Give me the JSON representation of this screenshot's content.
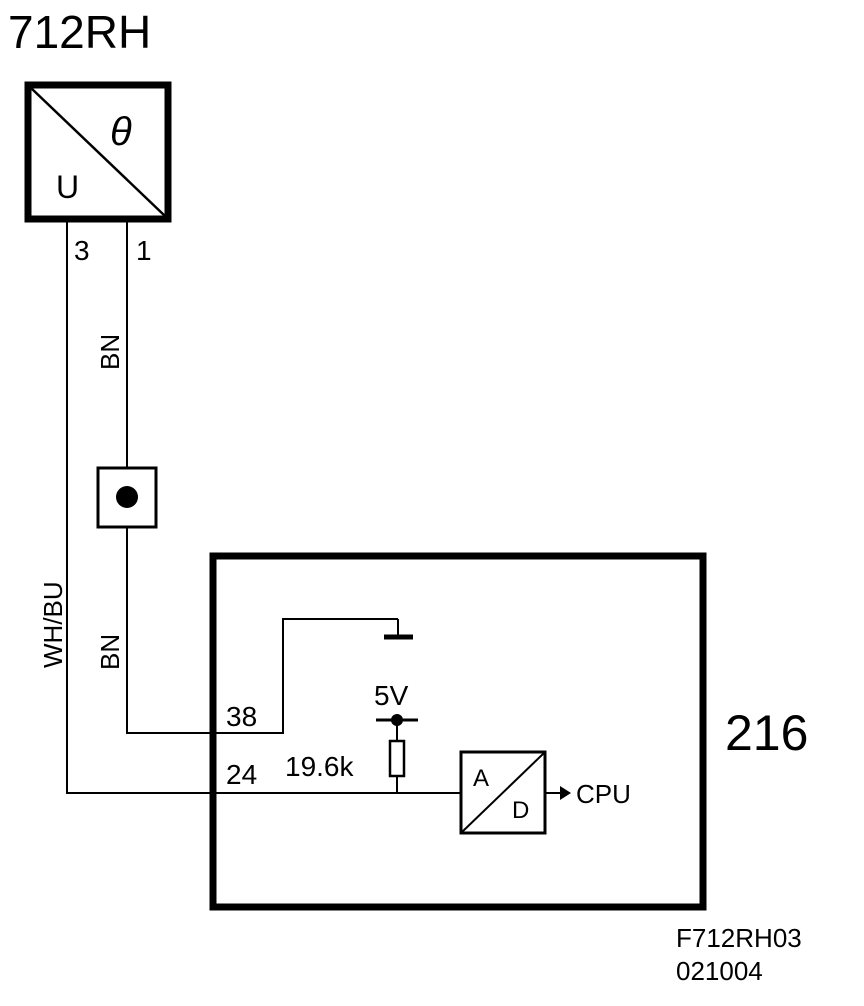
{
  "component": {
    "id": "712RH",
    "symbol_top": "θ",
    "symbol_bottom": "U",
    "pin_left": "3",
    "pin_right": "1"
  },
  "wires": {
    "left_color": "WH/BU",
    "right_color_upper": "BN",
    "right_color_lower": "BN"
  },
  "module": {
    "id": "216",
    "pin_upper": "38",
    "pin_lower": "24",
    "supply": "5V",
    "resistor": "19.6k",
    "converter_in": "A",
    "converter_out": "D",
    "output": "CPU"
  },
  "footer": {
    "drawing_code": "F712RH03",
    "date_code": "021004"
  }
}
